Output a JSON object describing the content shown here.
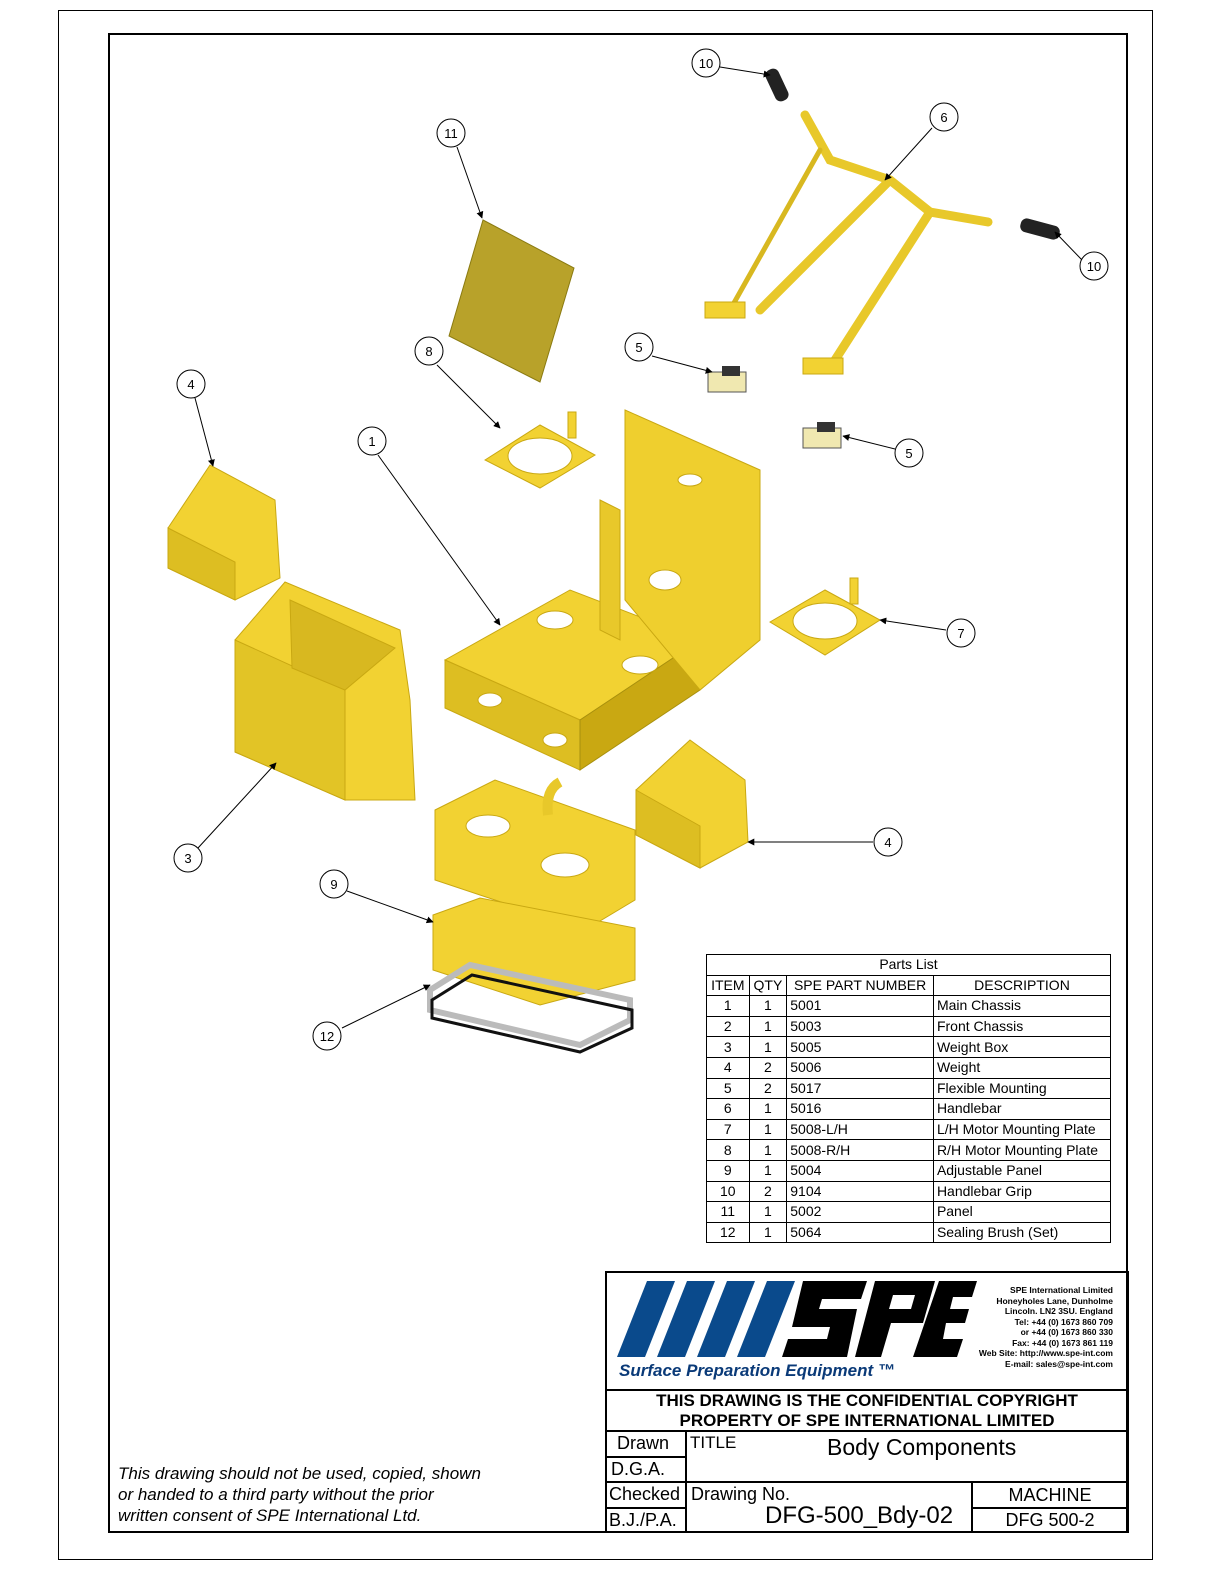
{
  "callouts": [
    "1",
    "3",
    "4",
    "4",
    "5",
    "5",
    "6",
    "7",
    "8",
    "9",
    "10",
    "10",
    "11",
    "12"
  ],
  "parts_list": {
    "caption": "Parts List",
    "headers": [
      "ITEM",
      "QTY",
      "SPE PART NUMBER",
      "DESCRIPTION"
    ],
    "rows": [
      [
        "1",
        "1",
        "5001",
        "Main Chassis"
      ],
      [
        "2",
        "1",
        "5003",
        "Front Chassis"
      ],
      [
        "3",
        "1",
        "5005",
        "Weight Box"
      ],
      [
        "4",
        "2",
        "5006",
        "Weight"
      ],
      [
        "5",
        "2",
        "5017",
        "Flexible Mounting"
      ],
      [
        "6",
        "1",
        "5016",
        "Handlebar"
      ],
      [
        "7",
        "1",
        "5008-L/H",
        "L/H Motor Mounting Plate"
      ],
      [
        "8",
        "1",
        "5008-R/H",
        "R/H Motor Mounting Plate"
      ],
      [
        "9",
        "1",
        "5004",
        "Adjustable Panel"
      ],
      [
        "10",
        "2",
        "9104",
        "Handlebar Grip"
      ],
      [
        "11",
        "1",
        "5002",
        "Panel"
      ],
      [
        "12",
        "1",
        "5064",
        "Sealing Brush (Set)"
      ]
    ]
  },
  "title_block": {
    "logo_text": "SPE",
    "tagline": "Surface Preparation Equipment ™",
    "address_lines": [
      "SPE International Limited",
      "Honeyholes Lane, Dunholme",
      "Lincoln. LN2 3SU. England",
      "Tel: +44 (0) 1673 860 709",
      "or +44 (0) 1673 860 330",
      "Fax: +44 (0) 1673 861 119",
      "Web Site: http://www.spe-int.com",
      "E-mail: sales@spe-int.com"
    ],
    "confidential_line1": "THIS DRAWING IS THE CONFIDENTIAL COPYRIGHT",
    "confidential_line2": "PROPERTY  OF SPE INTERNATIONAL LIMITED",
    "drawn_label": "Drawn",
    "drawn_value": "D.G.A.",
    "checked_label": "Checked",
    "checked_value": "B.J./P.A.",
    "title_label": "TITLE",
    "title_value": "Body Components",
    "drawing_no_label": "Drawing No.",
    "drawing_no_value": "DFG-500_Bdy-02",
    "machine_label": "MACHINE",
    "machine_value": "DFG 500-2"
  },
  "notice_lines": [
    "This drawing should not be used, copied, shown",
    "or handed to a third party without the prior",
    "written consent of SPE International Ltd."
  ],
  "colors": {
    "part_yellow": "#F2D232",
    "part_shadow": "#C9A812",
    "logo_blue": "#0a4a8c"
  }
}
